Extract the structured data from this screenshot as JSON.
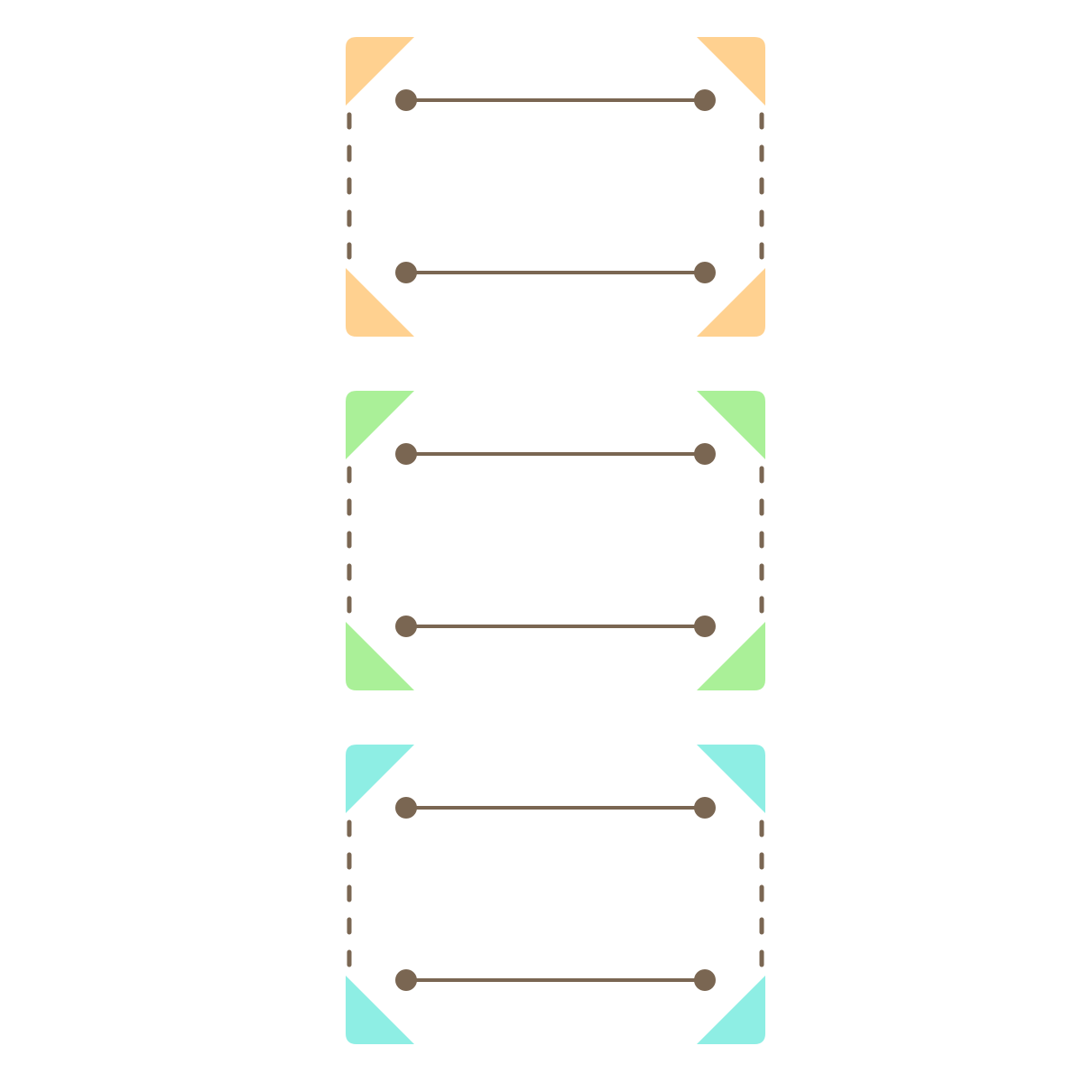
{
  "colors": {
    "line": "#7a6652",
    "background": "#ffffff"
  },
  "frames": [
    {
      "id": "frame-1",
      "accent": "#ffd190",
      "connectors": 2
    },
    {
      "id": "frame-2",
      "accent": "#aaf098",
      "connectors": 2
    },
    {
      "id": "frame-3",
      "accent": "#8eeee4",
      "connectors": 2
    }
  ]
}
